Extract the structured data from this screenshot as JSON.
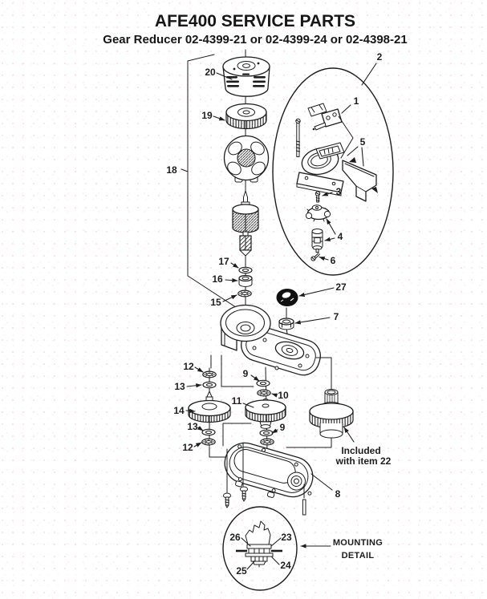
{
  "header": {
    "title": "AFE400 SERVICE PARTS",
    "subtitle": "Gear Reducer 02-4399-21 or 02-4399-24 or 02-4398-21"
  },
  "figure": {
    "type": "exploded-parts-diagram",
    "callouts": {
      "1": "1",
      "2": "2",
      "3": "3",
      "4": "4",
      "5": "5",
      "6": "6",
      "7": "7",
      "8": "8",
      "9": "9",
      "10": "10",
      "11": "11",
      "12": "12",
      "13": "13",
      "14": "14",
      "15": "15",
      "16": "16",
      "17": "17",
      "18": "18",
      "19": "19",
      "20": "20",
      "23": "23",
      "24": "24",
      "25": "25",
      "26": "26",
      "27": "27"
    },
    "annotations": {
      "included_1": "Included",
      "included_2": "with item 22",
      "mounting_1": "MOUNTING",
      "mounting_2": "DETAIL"
    }
  },
  "colors": {
    "ink": "#1d1d1d",
    "paper": "#ffffff",
    "seal_black": "#101010",
    "scan_noise_pink": "#ec96d7"
  }
}
